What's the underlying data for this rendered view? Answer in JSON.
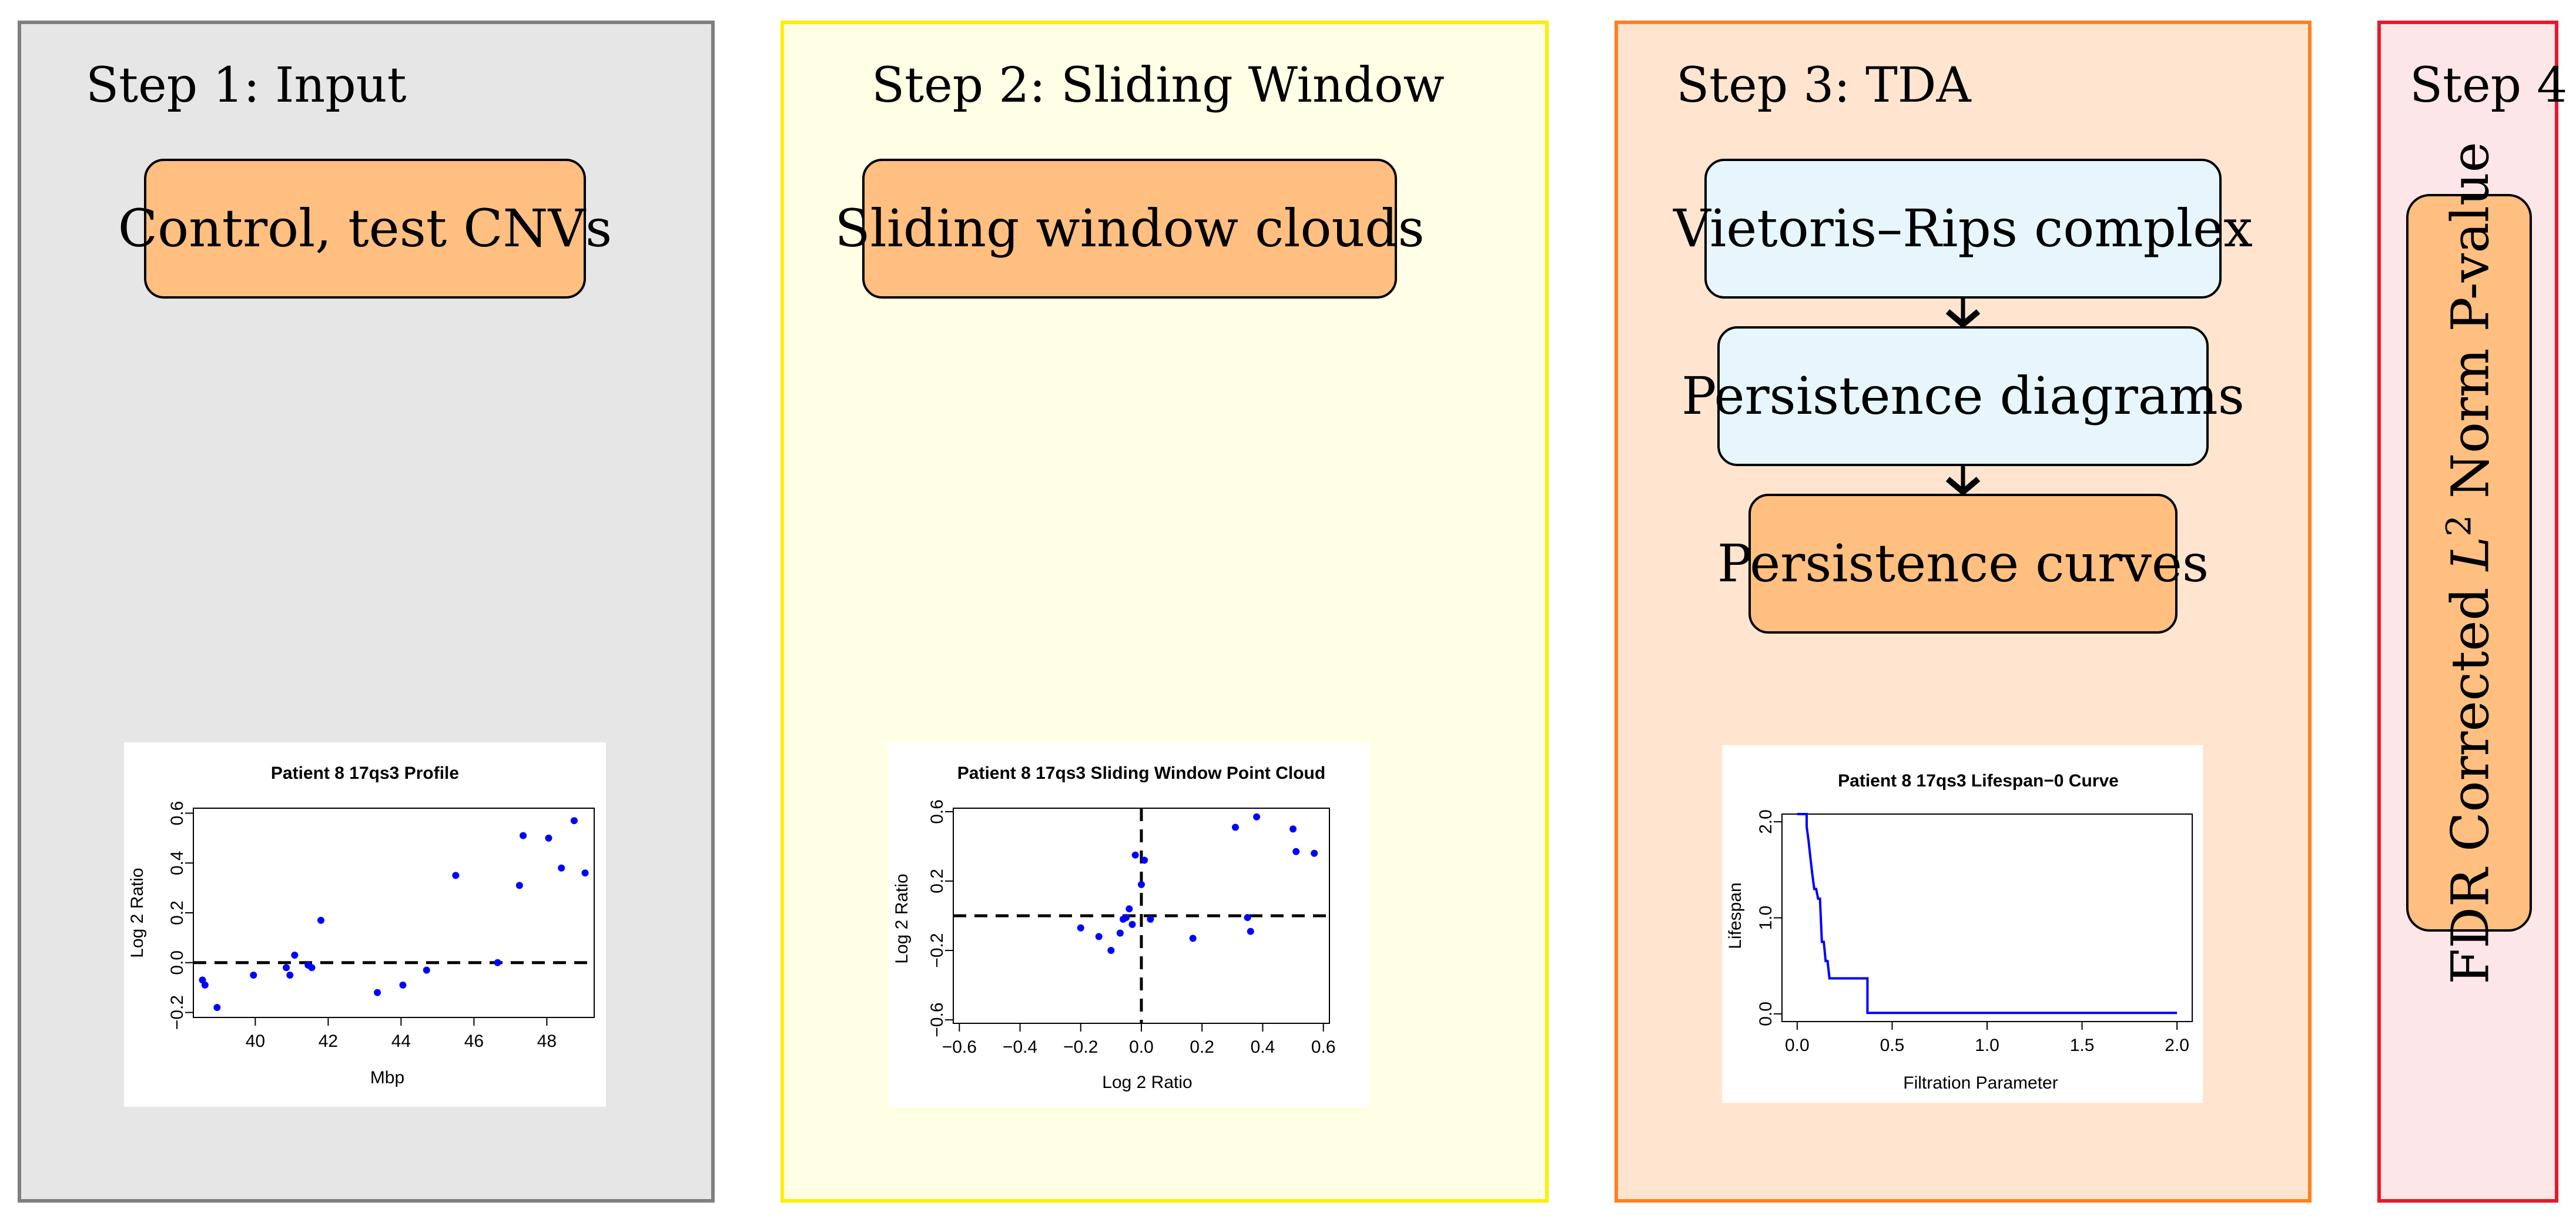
{
  "steps": [
    {
      "title": "Step 1: Input",
      "box": "Control, test CNVs"
    },
    {
      "title": "Step 2: Sliding Window",
      "box": "Sliding window clouds"
    },
    {
      "title": "Step 3: TDA",
      "boxes": [
        "Vietoris–Rips complex",
        "Persistence diagrams",
        "Persistence curves"
      ]
    },
    {
      "title": "Step 4",
      "vertical_box": {
        "prefix": "FDR Corrected ",
        "L": "L",
        "sup": "2",
        "suffix": " Norm P-value"
      }
    }
  ],
  "colors": {
    "step1_fill": "#e6e6e6",
    "step1_border": "#7f7f7f",
    "step2_fill": "#ffffe5",
    "step2_border": "#ffee00",
    "step3_fill": "#ffe5d0",
    "step3_border": "#ff8020",
    "step4_fill": "#fde6e8",
    "step4_border": "#e8182c",
    "box_orange": "#ffbf80",
    "box_blue": "#e6f6fc",
    "points": "#0000ff"
  },
  "chart_data": [
    {
      "type": "scatter",
      "title": "Patient 8 17qs3 Profile",
      "xlabel": "Mbp",
      "ylabel": "Log 2 Ratio",
      "xlim": [
        38.3,
        49.3
      ],
      "ylim": [
        -0.22,
        0.62
      ],
      "xticks": [
        "40",
        "42",
        "44",
        "46",
        "48"
      ],
      "xtick_values": [
        40,
        42,
        44,
        46,
        48
      ],
      "yticks": [
        "−0.2",
        "0.0",
        "0.2",
        "0.4",
        "0.6"
      ],
      "ytick_values": [
        -0.2,
        0,
        0.2,
        0.4,
        0.6
      ],
      "hlines": [
        0
      ],
      "points": [
        [
          38.55,
          -0.07
        ],
        [
          38.62,
          -0.09
        ],
        [
          38.95,
          -0.18
        ],
        [
          39.95,
          -0.05
        ],
        [
          40.85,
          -0.02
        ],
        [
          40.95,
          -0.05
        ],
        [
          41.08,
          0.03
        ],
        [
          41.45,
          -0.01
        ],
        [
          41.55,
          -0.02
        ],
        [
          41.8,
          0.17
        ],
        [
          43.35,
          -0.12
        ],
        [
          44.05,
          -0.09
        ],
        [
          44.7,
          -0.03
        ],
        [
          45.5,
          0.35
        ],
        [
          46.65,
          0.0
        ],
        [
          47.25,
          0.31
        ],
        [
          47.35,
          0.51
        ],
        [
          48.05,
          0.5
        ],
        [
          48.4,
          0.38
        ],
        [
          48.75,
          0.57
        ],
        [
          49.05,
          0.36
        ]
      ]
    },
    {
      "type": "scatter",
      "title": "Patient 8 17qs3 Sliding Window Point Cloud",
      "xlabel": "Log 2 Ratio",
      "ylabel": "Log 2 Ratio",
      "xlim": [
        -0.62,
        0.62
      ],
      "ylim": [
        -0.62,
        0.62
      ],
      "xticks": [
        "−0.6",
        "−0.4",
        "−0.2",
        "0.0",
        "0.2",
        "0.4",
        "0.6"
      ],
      "xtick_values": [
        -0.6,
        -0.4,
        -0.2,
        0,
        0.2,
        0.4,
        0.6
      ],
      "yticks": [
        "−0.6",
        "−0.2",
        "0.2",
        "0.6"
      ],
      "ytick_values": [
        -0.6,
        -0.2,
        0.2,
        0.6
      ],
      "hlines": [
        0
      ],
      "vlines": [
        0
      ],
      "points": [
        [
          -0.2,
          -0.07
        ],
        [
          -0.14,
          -0.12
        ],
        [
          -0.1,
          -0.2
        ],
        [
          -0.07,
          -0.1
        ],
        [
          -0.06,
          -0.02
        ],
        [
          -0.05,
          -0.01
        ],
        [
          -0.04,
          0.04
        ],
        [
          -0.03,
          -0.05
        ],
        [
          -0.02,
          0.35
        ],
        [
          0.0,
          0.18
        ],
        [
          0.01,
          0.32
        ],
        [
          0.03,
          -0.02
        ],
        [
          0.17,
          -0.13
        ],
        [
          0.31,
          0.51
        ],
        [
          0.35,
          -0.01
        ],
        [
          0.36,
          -0.09
        ],
        [
          0.38,
          0.57
        ],
        [
          0.5,
          0.5
        ],
        [
          0.51,
          0.37
        ],
        [
          0.57,
          0.36
        ]
      ]
    },
    {
      "type": "line",
      "title": "Patient 8 17qs3 Lifespan−0 Curve",
      "xlabel": "Filtration Parameter",
      "ylabel": "Lifespan",
      "xlim": [
        -0.08,
        2.08
      ],
      "ylim": [
        -0.08,
        2.08
      ],
      "xticks": [
        "0.0",
        "0.5",
        "1.0",
        "1.5",
        "2.0"
      ],
      "xtick_values": [
        0,
        0.5,
        1,
        1.5,
        2
      ],
      "yticks": [
        "0.0",
        "1.0",
        "2.0"
      ],
      "ytick_values": [
        0,
        1,
        2
      ],
      "series": [
        {
          "x": [
            0.0,
            0.05,
            0.05,
            0.06,
            0.07,
            0.08,
            0.09,
            0.1,
            0.11,
            0.12,
            0.13,
            0.14,
            0.15,
            0.16,
            0.17,
            0.2,
            0.3,
            0.37,
            0.37,
            0.4,
            2.0
          ],
          "y": [
            2.08,
            2.08,
            1.95,
            1.8,
            1.62,
            1.45,
            1.3,
            1.3,
            1.2,
            1.2,
            0.75,
            0.75,
            0.55,
            0.55,
            0.37,
            0.37,
            0.37,
            0.37,
            0.01,
            0.01,
            0.01
          ]
        }
      ]
    }
  ]
}
